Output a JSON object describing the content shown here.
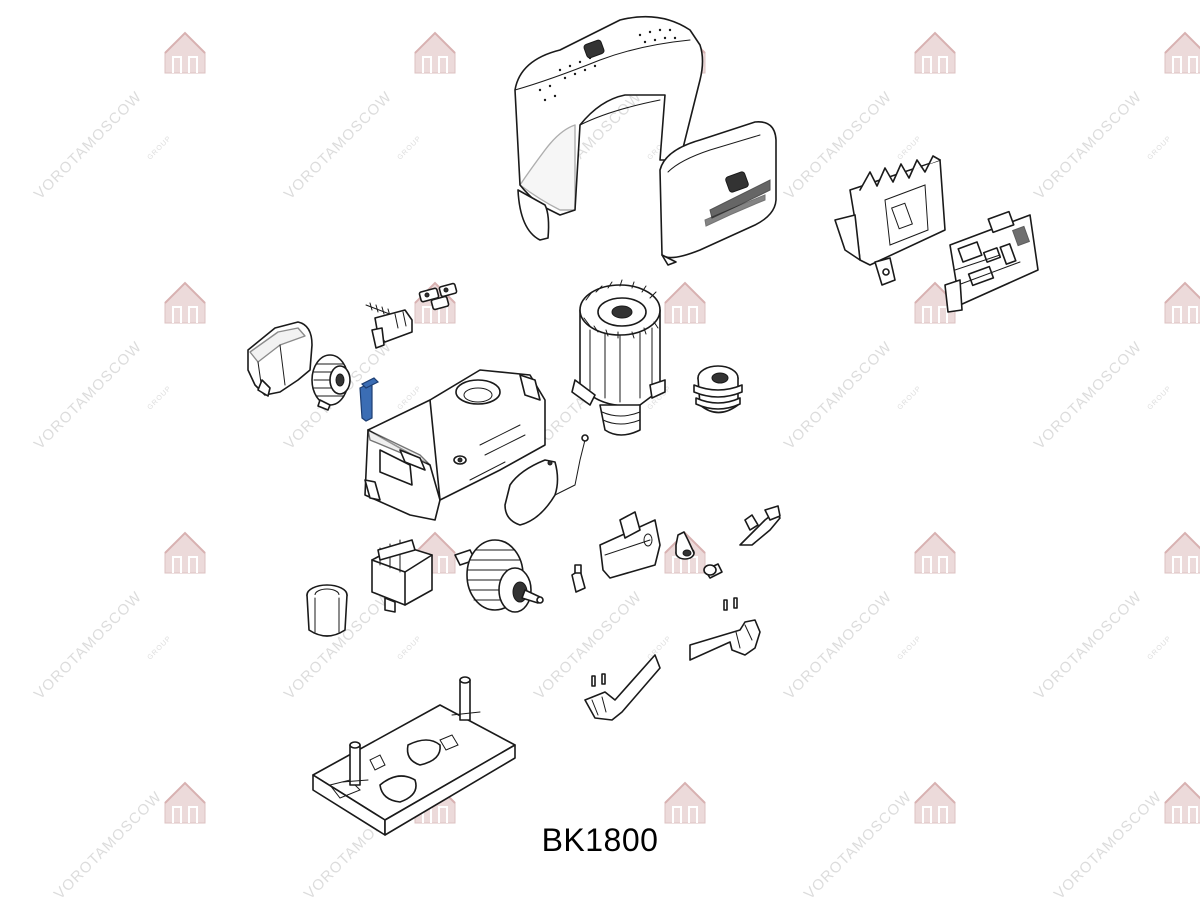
{
  "diagram": {
    "model_label": "BK1800",
    "watermark": {
      "text": "VOROTAMOSCOW",
      "subtext": "GROUP"
    },
    "parts": [
      "cover-top",
      "cover-front-panel",
      "control-board-bracket",
      "control-board",
      "gear-cover",
      "pinion-gear",
      "highlighted-bracket",
      "screw-with-bracket",
      "terminal-blocks",
      "motor-stator",
      "worm-gear",
      "gearbox-housing",
      "housing-gasket",
      "transformer",
      "coupling-sleeve",
      "output-gear-shaft",
      "release-key-cover",
      "release-key-lever",
      "cable-clip",
      "cylinder-lock",
      "lock-key",
      "limit-switch-connector",
      "limit-cam-right",
      "limit-cam-left",
      "foundation-plate"
    ],
    "colors": {
      "ink": "#1a1a1a",
      "highlight": "#3b6db4",
      "watermark": "#d9d9d9"
    }
  }
}
